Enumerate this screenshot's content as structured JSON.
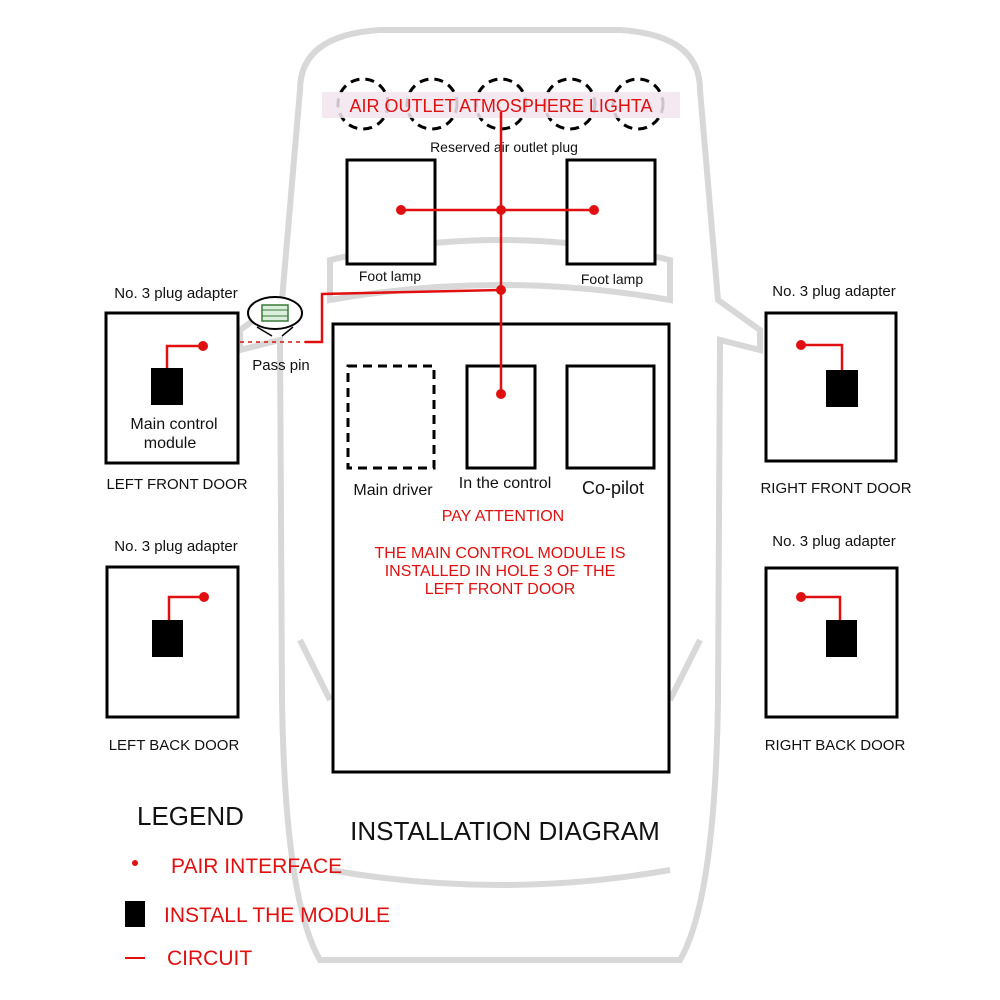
{
  "header": {
    "air_outlet_title": "AIR OUTLET ATMOSPHERE LIGHTA",
    "reserved_plug": "Reserved air outlet plug"
  },
  "lamps": {
    "left_foot": "Foot lamp",
    "right_foot": "Foot lamp"
  },
  "pass_pin": "Pass pin",
  "doors": {
    "left_front": {
      "adapter": "No. 3 plug adapter",
      "module_line1": "Main control",
      "module_line2": "module",
      "caption": "LEFT FRONT DOOR"
    },
    "right_front": {
      "adapter": "No. 3 plug adapter",
      "caption": "RIGHT FRONT DOOR"
    },
    "left_back": {
      "adapter": "No. 3 plug adapter",
      "caption": "LEFT BACK DOOR"
    },
    "right_back": {
      "adapter": "No. 3 plug adapter",
      "caption": "RIGHT BACK DOOR"
    }
  },
  "cabin": {
    "main_driver": "Main driver",
    "in_control": "In the control",
    "co_pilot": "Co-pilot",
    "pay_attention": "PAY ATTENTION",
    "note_line1": "THE MAIN CONTROL MODULE IS",
    "note_line2": "INSTALLED IN HOLE 3 OF THE",
    "note_line3": "LEFT FRONT DOOR"
  },
  "diagram_title": "INSTALLATION DIAGRAM",
  "legend": {
    "title": "LEGEND",
    "pair_interface": "PAIR INTERFACE",
    "install_module": "INSTALL THE MODULE",
    "circuit": "CIRCUIT"
  },
  "colors": {
    "accent": "#e01010",
    "outline": "#000000",
    "car_outline": "#d8d8d8",
    "title_highlight": "#f2e4ee"
  }
}
